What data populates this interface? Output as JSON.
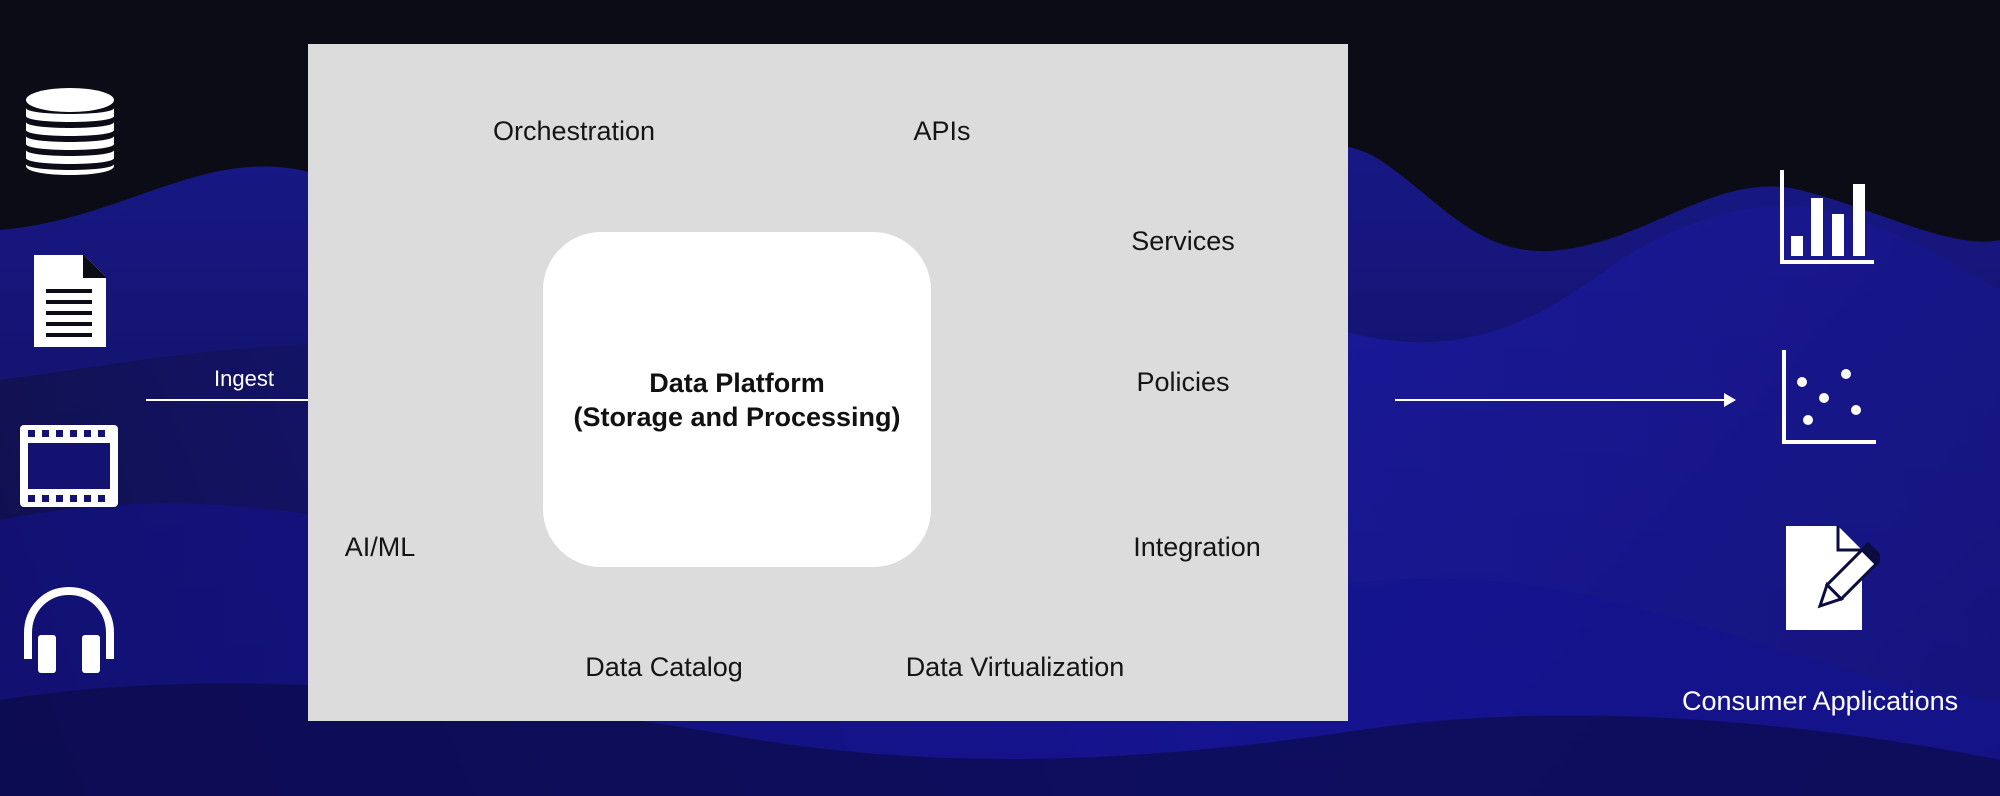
{
  "diagram": {
    "ingest_label": "Ingest",
    "core": {
      "line1": "Data Platform",
      "line2": "(Storage and Processing)"
    },
    "capabilities": {
      "orchestration": "Orchestration",
      "apis": "APIs",
      "services": "Services",
      "policies": "Policies",
      "integration": "Integration",
      "aiml": "AI/ML",
      "data_catalog": "Data Catalog",
      "data_virtualization": "Data Virtualization"
    },
    "consumer_label": "Consumer Applications"
  },
  "colors": {
    "background": "#0c0c16",
    "wave": "#1a1896",
    "panel": "#dcdcdc",
    "core": "#ffffff",
    "text_dark": "#151515",
    "icon": "#ffffff"
  },
  "icons": {
    "sources": [
      "database-icon",
      "document-icon",
      "film-icon",
      "headphones-icon"
    ],
    "consumers": [
      "bar-chart-icon",
      "scatter-plot-icon",
      "edit-document-icon"
    ]
  }
}
